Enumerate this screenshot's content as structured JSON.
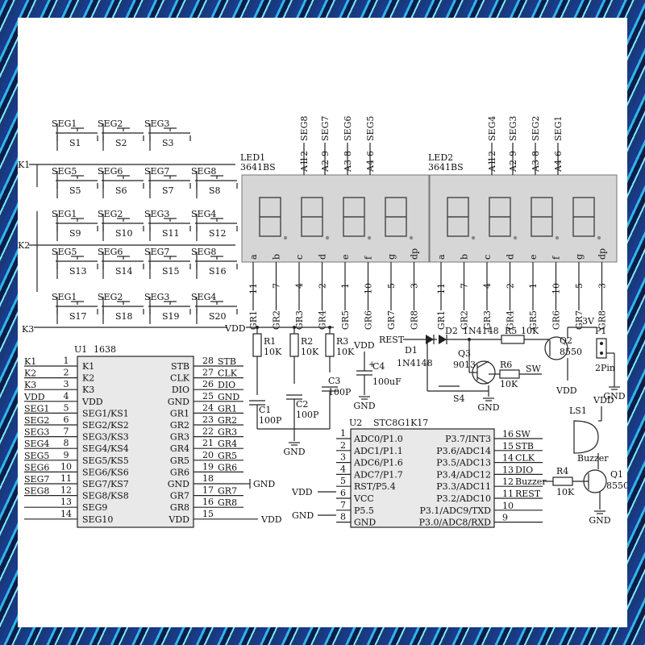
{
  "colors": {
    "background": "#ffffff",
    "line": "#222222",
    "chip_fill": "#e9e9e9",
    "led_fill": "#d6d6d6"
  },
  "keypad": {
    "rows": [
      {
        "net": "K1",
        "switches": [
          [
            "SEG1",
            "S1"
          ],
          [
            "SEG2",
            "S2"
          ],
          [
            "SEG3",
            "S3"
          ]
        ]
      },
      {
        "net": "",
        "switches": [
          [
            "SEG5",
            "S5"
          ],
          [
            "SEG6",
            "S6"
          ],
          [
            "SEG7",
            "S7"
          ],
          [
            "SEG8",
            "S8"
          ]
        ]
      },
      {
        "net": "",
        "switches": [
          [
            "SEG1",
            "S9"
          ],
          [
            "SEG2",
            "S10"
          ],
          [
            "SEG3",
            "S11"
          ],
          [
            "SEG4",
            "S12"
          ]
        ]
      },
      {
        "net": "K2",
        "switches": [
          [
            "SEG5",
            "S13"
          ],
          [
            "SEG6",
            "S14"
          ],
          [
            "SEG7",
            "S15"
          ],
          [
            "SEG8",
            "S16"
          ]
        ]
      },
      {
        "net": "K3",
        "switches": [
          [
            "SEG1",
            "S17"
          ],
          [
            "SEG2",
            "S18"
          ],
          [
            "SEG3",
            "S19"
          ],
          [
            "SEG4",
            "S20"
          ]
        ]
      }
    ]
  },
  "led1": {
    "name": "LED1",
    "part": "3641BS",
    "top_pins": [
      [
        "12",
        "SEG8"
      ],
      [
        "9",
        "SEG7"
      ],
      [
        "8",
        "SEG6"
      ],
      [
        "6",
        "SEG5"
      ]
    ],
    "digit_labels": [
      "A1",
      "A2",
      "A3",
      "A4"
    ],
    "seg_labels": [
      "a",
      "b",
      "c",
      "d",
      "e",
      "f",
      "g",
      "dp"
    ],
    "bottom_pins": [
      [
        "11",
        "GR1"
      ],
      [
        "7",
        "GR2"
      ],
      [
        "4",
        "GR3"
      ],
      [
        "2",
        "GR4"
      ],
      [
        "1",
        "GR5"
      ],
      [
        "10",
        "GR6"
      ],
      [
        "5",
        "GR7"
      ],
      [
        "3",
        "GR8"
      ]
    ]
  },
  "led2": {
    "name": "LED2",
    "part": "3641BS",
    "top_pins": [
      [
        "12",
        "SEG4"
      ],
      [
        "9",
        "SEG3"
      ],
      [
        "8",
        "SEG2"
      ],
      [
        "6",
        "SEG1"
      ]
    ],
    "digit_labels": [
      "A1",
      "A2",
      "A3",
      "A4"
    ],
    "seg_labels": [
      "a",
      "b",
      "c",
      "d",
      "e",
      "f",
      "g",
      "dp"
    ],
    "bottom_pins": [
      [
        "11",
        "GR1"
      ],
      [
        "7",
        "GR2"
      ],
      [
        "4",
        "GR3"
      ],
      [
        "2",
        "GR4"
      ],
      [
        "1",
        "GR5"
      ],
      [
        "10",
        "GR6"
      ],
      [
        "5",
        "GR7"
      ],
      [
        "3",
        "GR8"
      ]
    ]
  },
  "u1": {
    "ref": "U1",
    "part": "1638",
    "left": [
      [
        "1",
        "K1",
        "K1"
      ],
      [
        "2",
        "K2",
        "K2"
      ],
      [
        "3",
        "K3",
        "K3"
      ],
      [
        "4",
        "VDD",
        "VDD"
      ],
      [
        "5",
        "SEG1/KS1",
        "SEG1"
      ],
      [
        "6",
        "SEG2/KS2",
        "SEG2"
      ],
      [
        "7",
        "SEG3/KS3",
        "SEG3"
      ],
      [
        "8",
        "SEG4/KS4",
        "SEG4"
      ],
      [
        "9",
        "SEG5/KS5",
        "SEG5"
      ],
      [
        "10",
        "SEG6/KS6",
        "SEG6"
      ],
      [
        "11",
        "SEG7/KS7",
        "SEG7"
      ],
      [
        "12",
        "SEG8/KS8",
        "SEG8"
      ],
      [
        "13",
        "SEG9",
        ""
      ],
      [
        "14",
        "SEG10",
        ""
      ]
    ],
    "right": [
      [
        "28",
        "STB",
        "STB"
      ],
      [
        "27",
        "CLK",
        "CLK"
      ],
      [
        "26",
        "DIO",
        "DIO"
      ],
      [
        "25",
        "GND",
        "GND"
      ],
      [
        "24",
        "GR1",
        "GR1"
      ],
      [
        "23",
        "GR2",
        "GR2"
      ],
      [
        "22",
        "GR3",
        "GR3"
      ],
      [
        "21",
        "GR4",
        "GR4"
      ],
      [
        "20",
        "GR5",
        "GR5"
      ],
      [
        "19",
        "GR6",
        "GR6"
      ],
      [
        "18",
        "GND",
        ""
      ],
      [
        "17",
        "GR7",
        "GR7"
      ],
      [
        "16",
        "GR8",
        "GR8"
      ],
      [
        "15",
        "VDD",
        ""
      ]
    ],
    "gnd_label": "GND",
    "vdd_label": "VDD"
  },
  "pullups": {
    "vdd": "VDD",
    "resistors": [
      [
        "R1",
        "10K"
      ],
      [
        "R2",
        "10K"
      ],
      [
        "R3",
        "10K"
      ]
    ],
    "caps": [
      [
        "C1",
        "100P"
      ],
      [
        "C2",
        "100P"
      ],
      [
        "C3",
        "100P"
      ]
    ],
    "gnd": "GND"
  },
  "c4": {
    "ref": "C4",
    "value": "100uF",
    "vdd": "VDD",
    "gnd": "GND"
  },
  "reset": {
    "net": "REST",
    "d1": [
      "D1",
      "1N4148"
    ],
    "d2": [
      "D2",
      "1N4148"
    ],
    "r5": [
      "R5",
      "10K"
    ],
    "q3": [
      "Q3",
      "9013"
    ],
    "r6": [
      "R6",
      "10K"
    ],
    "sw_net": "SW",
    "s4": "S4",
    "gnd": "GND"
  },
  "power": {
    "q2": [
      "Q2",
      "8550"
    ],
    "p1": [
      "P1",
      "2Pin"
    ],
    "v3": "3V",
    "vdd": "VDD",
    "gnd": "GND"
  },
  "u2": {
    "ref": "U2",
    "part": "STC8G1K17",
    "left": [
      [
        "1",
        "ADC0/P1.0"
      ],
      [
        "2",
        "ADC1/P1.1"
      ],
      [
        "3",
        "ADC6/P1.6"
      ],
      [
        "4",
        "ADC7/P1.7"
      ],
      [
        "5",
        "RST/P5.4"
      ],
      [
        "6",
        "VCC"
      ],
      [
        "7",
        "P5.5"
      ],
      [
        "8",
        "GND"
      ]
    ],
    "right": [
      [
        "16",
        "P3.7/INT3",
        "SW"
      ],
      [
        "15",
        "P3.6/ADC14",
        "STB"
      ],
      [
        "14",
        "P3.5/ADC13",
        "CLK"
      ],
      [
        "13",
        "P3.4/ADC12",
        "DIO"
      ],
      [
        "12",
        "P3.3/ADC11",
        "Buzzer"
      ],
      [
        "11",
        "P3.2/ADC10",
        "REST"
      ],
      [
        "10",
        "P3.1/ADC9/TXD",
        ""
      ],
      [
        "9",
        "P3.0/ADC8/RXD",
        ""
      ]
    ],
    "vdd": "VDD",
    "gnd": "GND"
  },
  "buzzer": {
    "ls": "LS1",
    "name": "Buzzer",
    "q1": [
      "Q1",
      "8550"
    ],
    "r4": [
      "R4",
      "10K"
    ],
    "vdd": "VDD",
    "gnd": "GND"
  }
}
